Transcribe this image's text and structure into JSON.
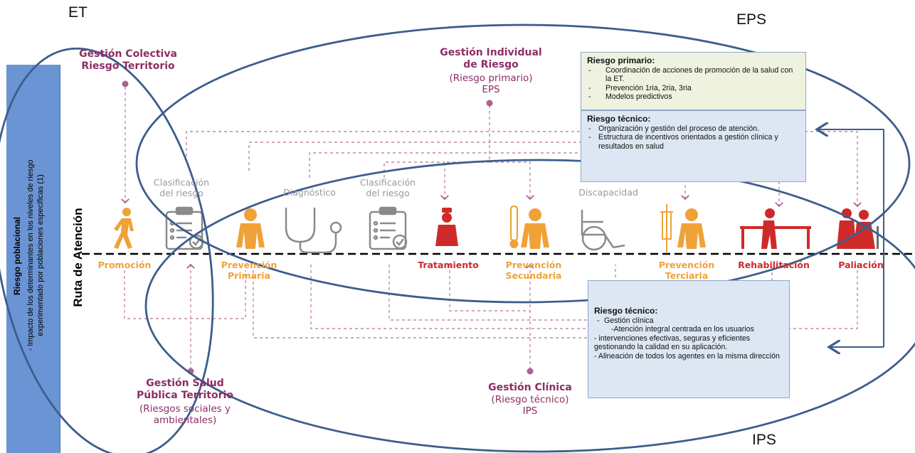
{
  "labels": {
    "et": "ET",
    "eps": "EPS",
    "ips": "IPS",
    "ruta": "Ruta de Atención"
  },
  "sidebar": {
    "title": "Riesgo poblacional",
    "line1": "- Impacto de los determinantes en los niveles de riesgo",
    "line2": "experimentado por poblaciones especificas (1)"
  },
  "headers": {
    "colectiva_1": "Gestión Colectiva",
    "colectiva_2": "Riesgo Territorio",
    "individual_1": "Gestión Individual",
    "individual_2": "de Riesgo",
    "individual_3": "(Riesgo primario)",
    "individual_4": "EPS",
    "salud_1": "Gestión Salud",
    "salud_2": "Pública Territorio",
    "salud_3": "(Riesgos sociales y",
    "salud_4": "ambientales)",
    "clinica_1": "Gestión Clínica",
    "clinica_2": "(Riesgo técnico)",
    "clinica_3": "IPS"
  },
  "top_labels": {
    "clasif1_a": "Clasificación",
    "clasif1_b": "del riesgo",
    "diagnostico": "Diagnóstico",
    "clasif2_a": "Clasificación",
    "clasif2_b": "del riesgo",
    "discapacidad": "Discapacidad"
  },
  "bottom_labels": {
    "promocion": "Promoción",
    "prevprim_a": "Prevención",
    "prevprim_b": "Primaria",
    "tratamiento": "Tratamiento",
    "prevsec_a": "Prevención",
    "prevsec_b": "Secundaria",
    "prevter_a": "Prevención",
    "prevter_b": "Terciaria",
    "rehab": "Rehabilitación",
    "paliacion": "Paliación"
  },
  "box_primario": {
    "title": "Riesgo primario:",
    "items": [
      "Coordinación de acciones de promoción de la salud con la ET.",
      "Prevención 1ria, 2ria, 3ria",
      "Modelos predictivos"
    ]
  },
  "box_tecnico_eps": {
    "title": "Riesgo técnico:",
    "items": [
      "Organización y gestión del proceso de atención.",
      "Estructura de incentivos orientados a gestión clínica y resultados en salud"
    ]
  },
  "box_tecnico_ips": {
    "title": "Riesgo técnico:",
    "item": "Gestión clínica",
    "l1": "-Atención integral centrada en los usuarios",
    "l2": "- intervenciones efectivas, seguras y eficientes gestionando la calidad en su aplicación.",
    "l3": "- Alineación de todos los agentes en la misma dirección"
  },
  "colors": {
    "orange": "#f0a238",
    "red": "#cf2a2a",
    "purple": "#8d2d66",
    "gray": "#9a9a9a",
    "ellipse": "#3d5d8c",
    "sidebar": "#6b94d4",
    "box_green": "#eef2df",
    "box_blue": "#dde7f3"
  }
}
